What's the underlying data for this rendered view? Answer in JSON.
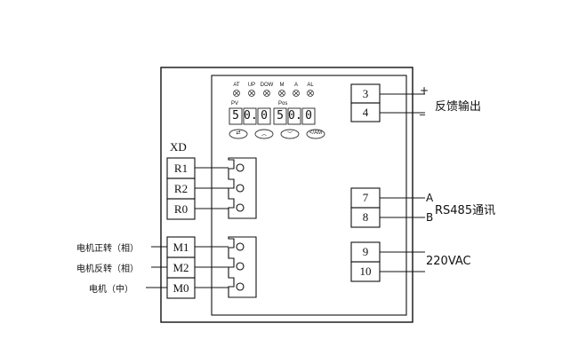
{
  "device": {
    "module_label": "XD",
    "indicators": [
      "AT",
      "UP",
      "DOW",
      "M",
      "A",
      "AL"
    ],
    "pv_label": "PV",
    "pos_label": "Pos",
    "pv_digits": [
      "5",
      "0.",
      "0"
    ],
    "pos_digits": [
      "5",
      "0.",
      "0"
    ],
    "buttons": [
      "⇄",
      "︿",
      "﹀",
      "</AM"
    ]
  },
  "left_terminals": [
    "R1",
    "R2",
    "R0",
    "M1",
    "M2",
    "M0"
  ],
  "left_labels": {
    "motor_forward": "电机正转（相）",
    "motor_reverse": "电机反转（相）",
    "motor_neutral": "电机（中）"
  },
  "right_terminals": [
    "3",
    "4",
    "7",
    "8",
    "9",
    "10"
  ],
  "right_labels": {
    "plus": "+",
    "minus": "_",
    "feedback": "反馈输出",
    "a": "A",
    "b": "B",
    "rs485": "RS485通讯",
    "power": "220VAC"
  }
}
